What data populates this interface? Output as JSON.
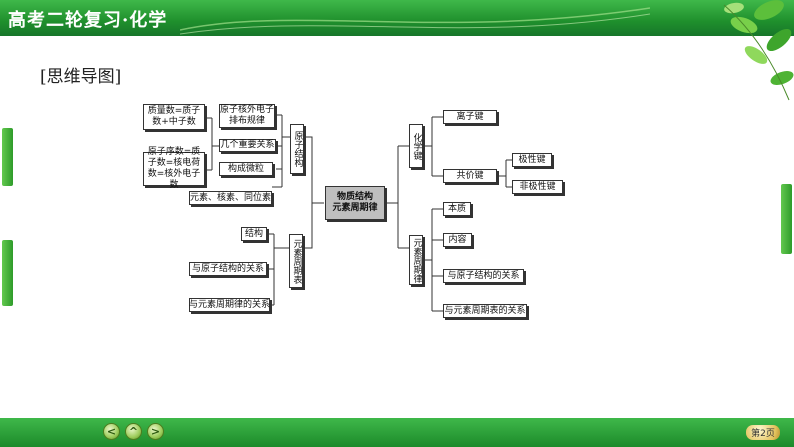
{
  "header": {
    "title": "高考二轮复习·化学"
  },
  "heading": "[思维导图]",
  "mindmap": {
    "center": "物质结构\n元素周期律",
    "atom_structure": {
      "label": "原子结构",
      "extranuclear": "原子核外电子排布规律",
      "important_relations": "几个重要关系",
      "mass_number": "质量数=质子数+中子数",
      "atomic_number": "原子序数=质子数=核电荷数=核外电子数",
      "composition": "构成微粒",
      "element_nuclide_isotope": "元素、核素、同位素"
    },
    "periodic_table": {
      "label": "元素周期表",
      "structure": "结构",
      "relation_atom_structure": "与原子结构的关系",
      "relation_periodic_law": "与元素周期律的关系"
    },
    "chemical_bond": {
      "label": "化学键",
      "ionic": "离子键",
      "covalent": "共价键",
      "polar": "极性键",
      "nonpolar": "非极性键"
    },
    "periodic_law": {
      "label": "元素周期律",
      "essence": "本质",
      "content": "内容",
      "relation_atom_structure": "与原子结构的关系",
      "relation_periodic_table": "与元素周期表的关系"
    }
  },
  "footer": {
    "prev_label": "<",
    "home_label": "^",
    "next_label": ">",
    "page": "第2页"
  },
  "colors": {
    "bar_green": "#1f8f2c",
    "tab_green": "#3aa83a"
  }
}
